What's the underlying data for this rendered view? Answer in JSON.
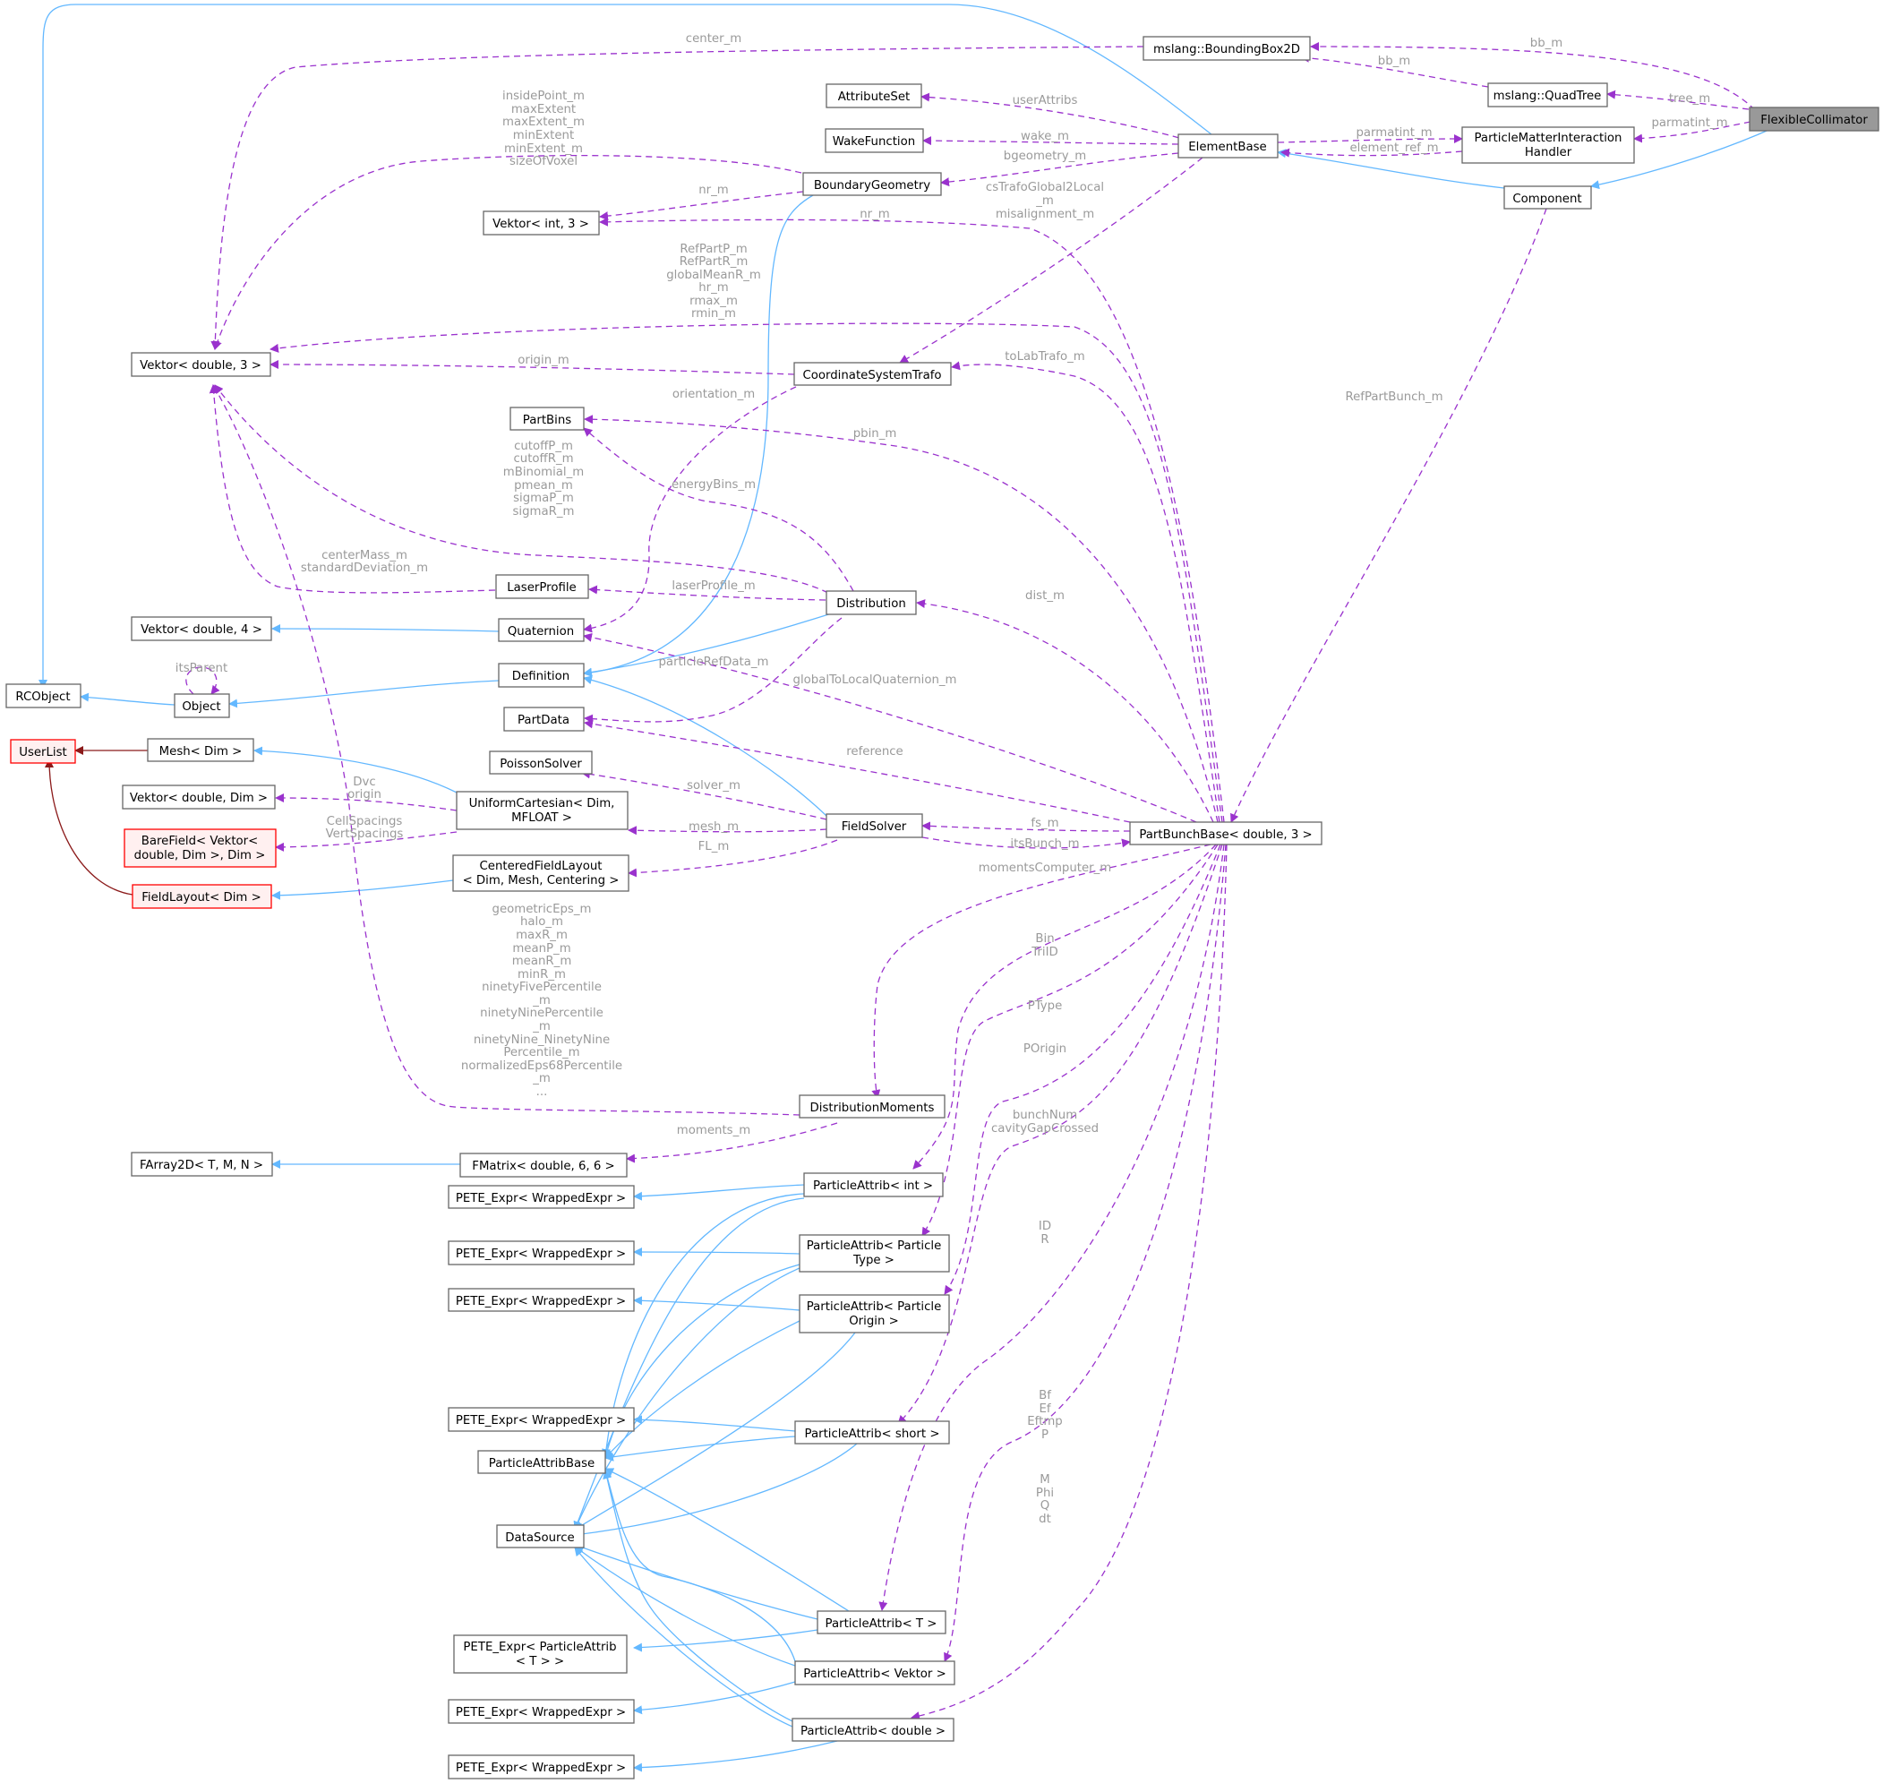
{
  "nodes": {
    "flexible_collimator": "FlexibleCollimator",
    "bounding_box_2d": "mslang::BoundingBox2D",
    "quad_tree": "mslang::QuadTree",
    "attribute_set": "AttributeSet",
    "element_base": "ElementBase",
    "wake_function": "WakeFunction",
    "pmi_handler_1": "ParticleMatterInteraction",
    "pmi_handler_2": "Handler",
    "boundary_geometry": "BoundaryGeometry",
    "component": "Component",
    "vektor_int3": "Vektor< int, 3 >",
    "vektor_double3": "Vektor< double, 3 >",
    "coordinate_system_trafo": "CoordinateSystemTrafo",
    "part_bins": "PartBins",
    "laser_profile": "LaserProfile",
    "distribution": "Distribution",
    "vektor_double4": "Vektor< double, 4 >",
    "quaternion": "Quaternion",
    "rcobject": "RCObject",
    "definition": "Definition",
    "object": "Object",
    "part_data": "PartData",
    "user_list": "UserList",
    "mesh_dim": "Mesh< Dim >",
    "poisson_solver": "PoissonSolver",
    "vektor_double_dim": "Vektor< double, Dim >",
    "uniform_cartesian_1": "UniformCartesian< Dim,",
    "uniform_cartesian_2": "MFLOAT >",
    "field_solver": "FieldSolver",
    "part_bunch_base": "PartBunchBase< double, 3 >",
    "bare_field_1": "BareField< Vektor<",
    "bare_field_2": "double, Dim >, Dim >",
    "centered_field_layout_1": "CenteredFieldLayout",
    "centered_field_layout_2": "< Dim, Mesh, Centering >",
    "field_layout_dim": "FieldLayout< Dim >",
    "distribution_moments": "DistributionMoments",
    "farray2d": "FArray2D< T, M, N >",
    "fmatrix": "FMatrix< double, 6, 6 >",
    "pete_expr_1": "PETE_Expr< WrappedExpr >",
    "particle_attrib_int": "ParticleAttrib< int >",
    "pete_expr_2": "PETE_Expr< WrappedExpr >",
    "pa_particle_type_1": "ParticleAttrib< Particle",
    "pa_particle_type_2": "Type >",
    "pete_expr_3": "PETE_Expr< WrappedExpr >",
    "pa_particle_origin_1": "ParticleAttrib< Particle",
    "pa_particle_origin_2": "Origin >",
    "pete_expr_4": "PETE_Expr< WrappedExpr >",
    "particle_attrib_short": "ParticleAttrib< short >",
    "particle_attrib_base": "ParticleAttribBase",
    "data_source": "DataSource",
    "particle_attrib_t": "ParticleAttrib< T >",
    "pete_expr_pa_t_1": "PETE_Expr< ParticleAttrib",
    "pete_expr_pa_t_2": "< T > >",
    "particle_attrib_vektor": "ParticleAttrib< Vektor >",
    "pete_expr_5": "PETE_Expr< WrappedExpr >",
    "particle_attrib_double": "ParticleAttrib< double >",
    "pete_expr_6": "PETE_Expr< WrappedExpr >"
  },
  "edge_labels": {
    "bb_m_1": "bb_m",
    "center_m": "center_m",
    "bb_m_2": "bb_m",
    "tree_m": "tree_m",
    "user_attribs": "userAttribs",
    "parmatint_m_1": "parmatint_m",
    "parmatint_m_2": "parmatint_m",
    "element_ref_m": "element_ref_m",
    "wake_m": "wake_m",
    "bgeometry_m": "bgeometry_m",
    "bg_vektor_1": "insidePoint_m",
    "bg_vektor_2": "maxExtent",
    "bg_vektor_3": "maxExtent_m",
    "bg_vektor_4": "minExtent",
    "bg_vektor_5": "minExtent_m",
    "bg_vektor_6": "sizeOfVoxel",
    "nr_m_1": "nr_m",
    "nr_m_2": "nr_m",
    "cs_trafo_1": "csTrafoGlobal2Local",
    "cs_trafo_2": "_m",
    "cs_trafo_3": "misalignment_m",
    "pbb_vektor_1": "RefPartP_m",
    "pbb_vektor_2": "RefPartR_m",
    "pbb_vektor_3": "globalMeanR_m",
    "pbb_vektor_4": "hr_m",
    "pbb_vektor_5": "rmax_m",
    "pbb_vektor_6": "rmin_m",
    "origin_m": "origin_m",
    "to_lab_trafo_m": "toLabTrafo_m",
    "ref_part_bunch_m": "RefPartBunch_m",
    "orientation_m": "orientation_m",
    "pbin_m": "pbin_m",
    "dist_vektor_1": "cutoffP_m",
    "dist_vektor_2": "cutoffR_m",
    "dist_vektor_3": "mBinomial_m",
    "dist_vektor_4": "pmean_m",
    "dist_vektor_5": "sigmaP_m",
    "dist_vektor_6": "sigmaR_m",
    "energy_bins_m": "energyBins_m",
    "lp_vektor_1": "centerMass_m",
    "lp_vektor_2": "standardDeviation_m",
    "laser_profile_m": "laserProfile_m",
    "dist_m": "dist_m",
    "its_parent": "itsParent",
    "particle_ref_data_m": "particleRefData_m",
    "global_to_local_quaternion_m": "globalToLocalQuaternion_m",
    "reference": "reference",
    "dvc_origin_1": "Dvc",
    "dvc_origin_2": "origin",
    "solver_m": "solver_m",
    "cell_spacings_1": "CellSpacings",
    "cell_spacings_2": "VertSpacings",
    "mesh_m": "mesh_m",
    "fs_m": "fs_m",
    "its_bunch_m": "itsBunch_m",
    "fl_m": "FL_m",
    "moments_computer_m": "momentsComputer_m",
    "dm_vektor_1": "geometricEps_m",
    "dm_vektor_2": "halo_m",
    "dm_vektor_3": "maxR_m",
    "dm_vektor_4": "meanP_m",
    "dm_vektor_5": "meanR_m",
    "dm_vektor_6": "minR_m",
    "dm_vektor_7": "ninetyFivePercentile",
    "dm_vektor_8": "_m",
    "dm_vektor_9": "ninetyNinePercentile",
    "dm_vektor_10": "_m",
    "dm_vektor_11": "ninetyNine_NinetyNine",
    "dm_vektor_12": "Percentile_m",
    "dm_vektor_13": "normalizedEps68Percentile",
    "dm_vektor_14": "_m",
    "dm_vektor_15": "...",
    "bin_trid_1": "Bin",
    "bin_trid_2": "TriID",
    "ptype": "PType",
    "porigin": "POrigin",
    "moments_m": "moments_m",
    "bunch_num_1": "bunchNum",
    "bunch_num_2": "cavityGapCrossed",
    "id_r_1": "ID",
    "id_r_2": "R",
    "bf_ef_1": "Bf",
    "bf_ef_2": "Ef",
    "bf_ef_3": "Eftmp",
    "bf_ef_4": "P",
    "m_phi_1": "M",
    "m_phi_2": "Phi",
    "m_phi_3": "Q",
    "m_phi_4": "dt"
  },
  "colors": {
    "inheritance_edge": "#63b8ff",
    "usage_edge": "#9a32cd",
    "template_edge": "#8b1a1a",
    "edge_label_text": "#9a9a9a",
    "focus_node_fill": "#999999",
    "undocumented_node_border": "#ff0000"
  }
}
